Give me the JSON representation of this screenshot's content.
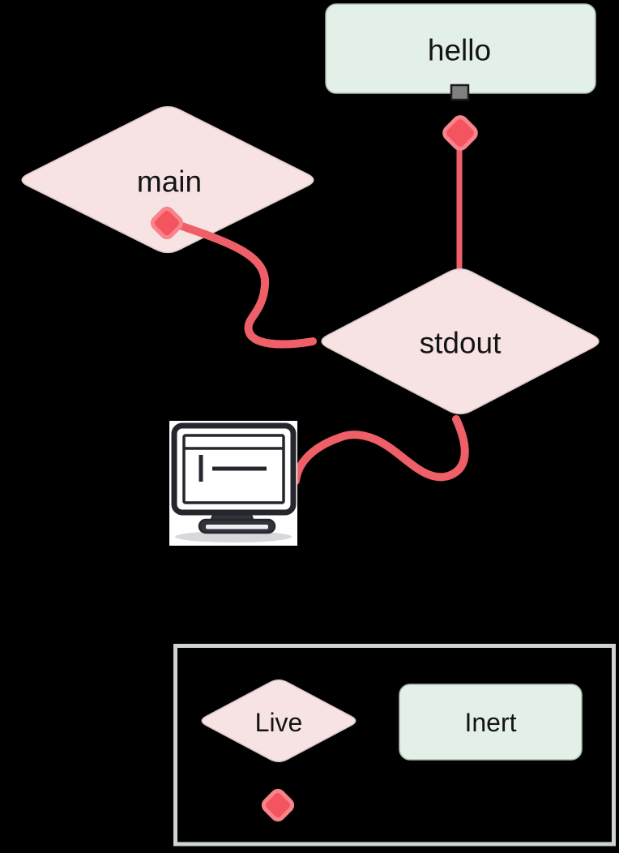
{
  "nodes": {
    "hello": "hello",
    "main": "main",
    "stdout": "stdout"
  },
  "legend": {
    "live": "Live",
    "inert": "Inert"
  },
  "colors": {
    "background": "#000000",
    "live_fill": "#f7e3e3",
    "live_stroke": "#d9c8c8",
    "inert_fill": "#e3f0e8",
    "inert_stroke": "#a9bcb0",
    "text": "#141414",
    "connector": "#ef5f68",
    "port_fill": "#f4545f",
    "port_stroke": "#f8838a",
    "socket_fill": "#808080",
    "socket_stroke": "#1b1b1b",
    "legend_border": "#ced3d6",
    "monitor_dark": "#26262e",
    "monitor_stand": "#33333c",
    "monitor_stand_stripe": "#eef0f2",
    "monitor_bg": "#ffffff",
    "monitor_shadow": "#d7d7dc"
  }
}
